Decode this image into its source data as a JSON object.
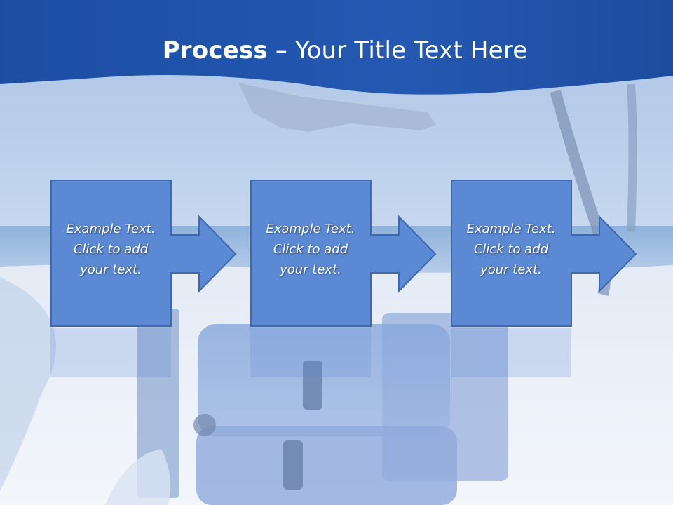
{
  "slide": {
    "title_strong": "Process",
    "title_rest": " – Your Title Text Here"
  },
  "steps": [
    {
      "text": "Example Text.\nClick  to add\nyour text."
    },
    {
      "text": "Example Text.\nClick  to add\nyour text."
    },
    {
      "text": "Example Text.\nClick  to add\nyour text."
    }
  ],
  "colors": {
    "header": "#1e50a6",
    "step_fill": "#5b89d4",
    "step_border": "#3f68ad"
  }
}
